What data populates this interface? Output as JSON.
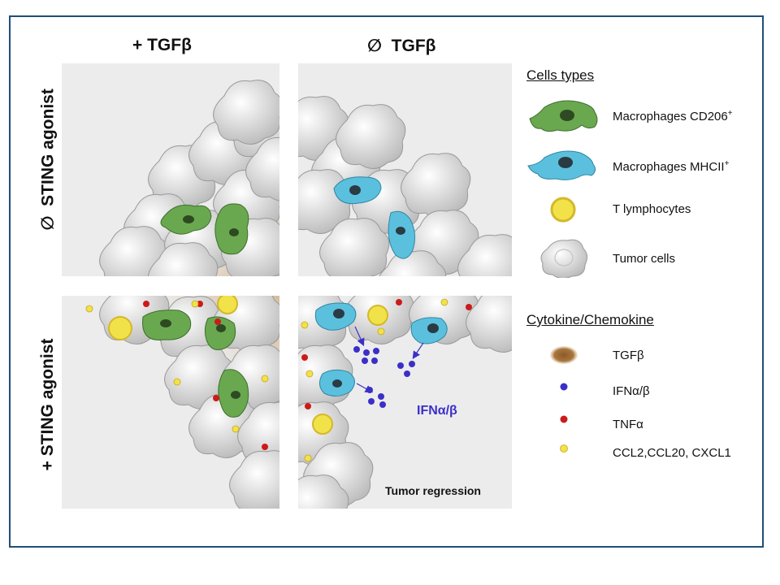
{
  "columns": {
    "with_tgfb": "+ TGFβ",
    "no_tgfb": "∅  TGFβ"
  },
  "rows": {
    "no_sting": "∅  STING agonist",
    "with_sting": "+ STING agonist"
  },
  "legend": {
    "cells_heading": "Cells types",
    "cells": [
      {
        "label": "Macrophages CD206",
        "sup": "+",
        "icon": "green-macrophage-icon",
        "color": "#6aa84f"
      },
      {
        "label": "Macrophages MHCII",
        "sup": "+",
        "icon": "blue-macrophage-icon",
        "color": "#5bc0de"
      },
      {
        "label": "T lymphocytes",
        "icon": "t-lymphocyte-icon",
        "color": "#f2e24a"
      },
      {
        "label": "Tumor cells",
        "icon": "tumor-cell-icon",
        "color": "#e2e2e2"
      }
    ],
    "cytokine_heading": "Cytokine/Chemokine",
    "cytokines": [
      {
        "label": "TGFβ",
        "icon": "tgfb-blob-icon",
        "color": "#a0713a"
      },
      {
        "label": "IFNα/β",
        "icon": "ifn-dot-icon",
        "color": "#3b2fc9"
      },
      {
        "label": "TNFα",
        "icon": "tnf-dot-icon",
        "color": "#cc1a1a"
      },
      {
        "label": "CCL2,CCL20, CXCL1",
        "icon": "ccl-dot-icon",
        "color": "#f2e24a"
      }
    ]
  },
  "annotations": {
    "ifn": "IFNα/β",
    "regression": "Tumor regression"
  }
}
